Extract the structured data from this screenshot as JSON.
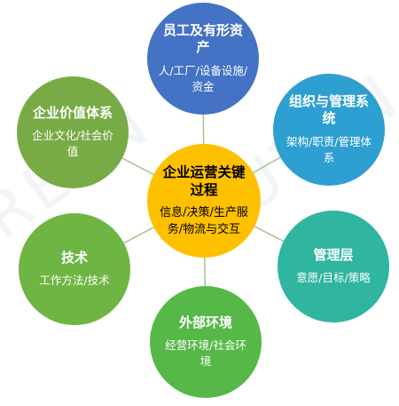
{
  "watermark": {
    "left": "REYN",
    "right": "UTYN"
  },
  "center": {
    "title": "企业运营关键过程",
    "subtitle": "信息/决策/生产服务/物流与交互",
    "color": "#FFC000"
  },
  "nodes": [
    {
      "id": "staff-assets",
      "title": "员工及有形资产",
      "subtitle": "人/工厂/设备设施/资金",
      "color": "#4472C4"
    },
    {
      "id": "org-system",
      "title": "组织与管理系统",
      "subtitle": "架构/职责/管理体系",
      "color": "#2E9FD1"
    },
    {
      "id": "management",
      "title": "管理层",
      "subtitle": "意愿/目标/策略",
      "color": "#2FB5A0"
    },
    {
      "id": "external-env",
      "title": "外部环境",
      "subtitle": "经营环境/社会环境",
      "color": "#55B847"
    },
    {
      "id": "technology",
      "title": "技术",
      "subtitle": "工作方法/技术",
      "color": "#6FB543"
    },
    {
      "id": "value-system",
      "title": "企业价值体系",
      "subtitle": "企业文化/社会价值",
      "color": "#78AB46"
    }
  ],
  "link_color": "#A9BE8E"
}
